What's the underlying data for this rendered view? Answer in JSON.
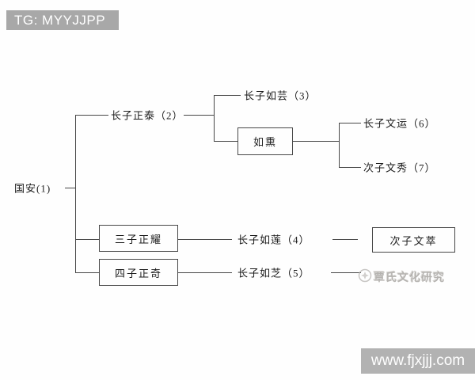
{
  "page": {
    "background": "#fefefe"
  },
  "banners": {
    "top_left": {
      "text": "TG: MYYJJPP",
      "bg": "#a8a8a8",
      "fg": "#ffffff"
    },
    "bottom_right": {
      "text": "www.fjxjjj.com",
      "bg": "#b2b2b2",
      "fg": "#ffffff"
    }
  },
  "diagram": {
    "type": "family-tree",
    "line_color": "#474747",
    "nodes": {
      "root": "国安(1)",
      "son1": "长子正泰（2）",
      "son3": "三子正耀",
      "son4": "四子正奇",
      "grandson_ruyun": "长子如芸（3）",
      "grandson_ruxun": "如熏",
      "grandson_rulian": "长子如莲（4）",
      "grandson_ruzhi": "长子如芝（5）",
      "ggrandson_wenyun": "长子文运（6）",
      "ggrandson_wenxiu": "次子文秀（7）",
      "ggrandson_wencui": "次子文萃"
    },
    "edges": [
      [
        "root",
        "son1"
      ],
      [
        "root",
        "son3"
      ],
      [
        "root",
        "son4"
      ],
      [
        "son1",
        "grandson_ruyun"
      ],
      [
        "son1",
        "grandson_ruxun"
      ],
      [
        "grandson_ruxun",
        "ggrandson_wenyun"
      ],
      [
        "grandson_ruxun",
        "ggrandson_wenxiu"
      ],
      [
        "son3",
        "grandson_rulian"
      ],
      [
        "grandson_rulian",
        "ggrandson_wencui"
      ],
      [
        "son4",
        "grandson_ruzhi"
      ]
    ]
  },
  "watermark": {
    "text": "覃氏文化研究",
    "icon": "seal-logo"
  }
}
